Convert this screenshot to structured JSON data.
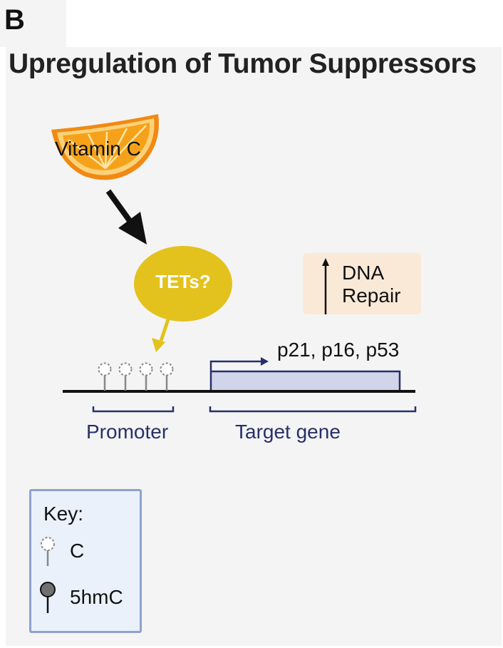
{
  "panel_label": "B",
  "title": "Upregulation of Tumor Suppressors",
  "vitamin": {
    "label": "Vitamin C"
  },
  "enzyme": {
    "label": "TETs?"
  },
  "outcome": {
    "line1": "DNA",
    "line2": "Repair",
    "direction": "up-arrow"
  },
  "genes": {
    "label": "p21, p16, p53"
  },
  "regions": {
    "promoter": "Promoter",
    "target": "Target gene"
  },
  "key": {
    "title": "Key:",
    "items": [
      {
        "symbol": "dashed-open-lollipop",
        "label": "C"
      },
      {
        "symbol": "filled-grey-lollipop",
        "label": "5hmC"
      }
    ]
  },
  "colors": {
    "tets_fill": "#e3c21d",
    "gene_box": "#d0d5ea",
    "gene_border": "#27306a",
    "dna_repair_bg": "#fbe9d7",
    "key_border": "#8ea2cf",
    "key_bg": "#eaf1fb",
    "orange": "#f5a21a"
  }
}
